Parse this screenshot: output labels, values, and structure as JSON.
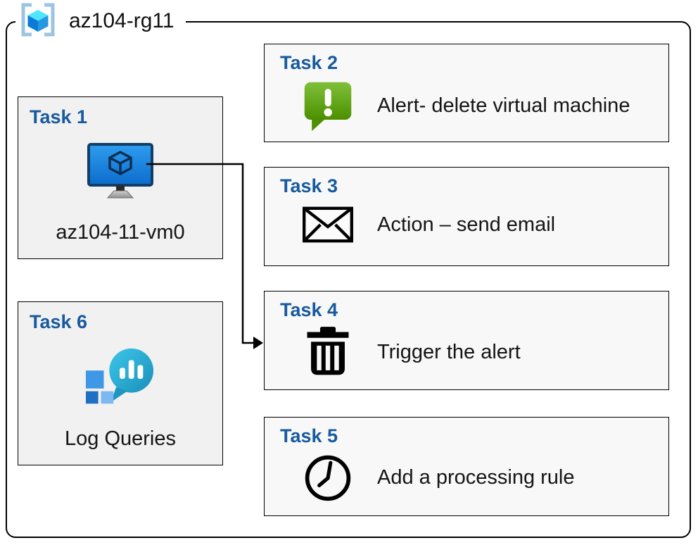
{
  "header": {
    "group_label": "az104-rg11",
    "icon": "resource-group-icon"
  },
  "tasks": [
    {
      "label": "Task 1",
      "caption": "az104-11-vm0",
      "icon": "virtual-machine-icon"
    },
    {
      "label": "Task 2",
      "caption": "Alert- delete virtual machine",
      "icon": "alert-bubble-icon"
    },
    {
      "label": "Task 3",
      "caption": "Action – send email",
      "icon": "email-envelope-icon"
    },
    {
      "label": "Task 4",
      "caption": "Trigger the alert",
      "icon": "trash-icon"
    },
    {
      "label": "Task 5",
      "caption": "Add a processing rule",
      "icon": "clock-icon"
    },
    {
      "label": "Task 6",
      "caption": "Log Queries",
      "icon": "log-analytics-icon"
    }
  ],
  "connector": {
    "from": "task1-virtual-machine",
    "to": "task4-box"
  },
  "colors": {
    "task_label_blue": "#175a9d",
    "box_border": "#000000",
    "left_box_fill": "#f1f1f1",
    "right_box_fill": "#f8f8f8",
    "alert_green": "#5a9e12",
    "azure_blue": "#0078d4",
    "log_teal": "#27aed4"
  }
}
